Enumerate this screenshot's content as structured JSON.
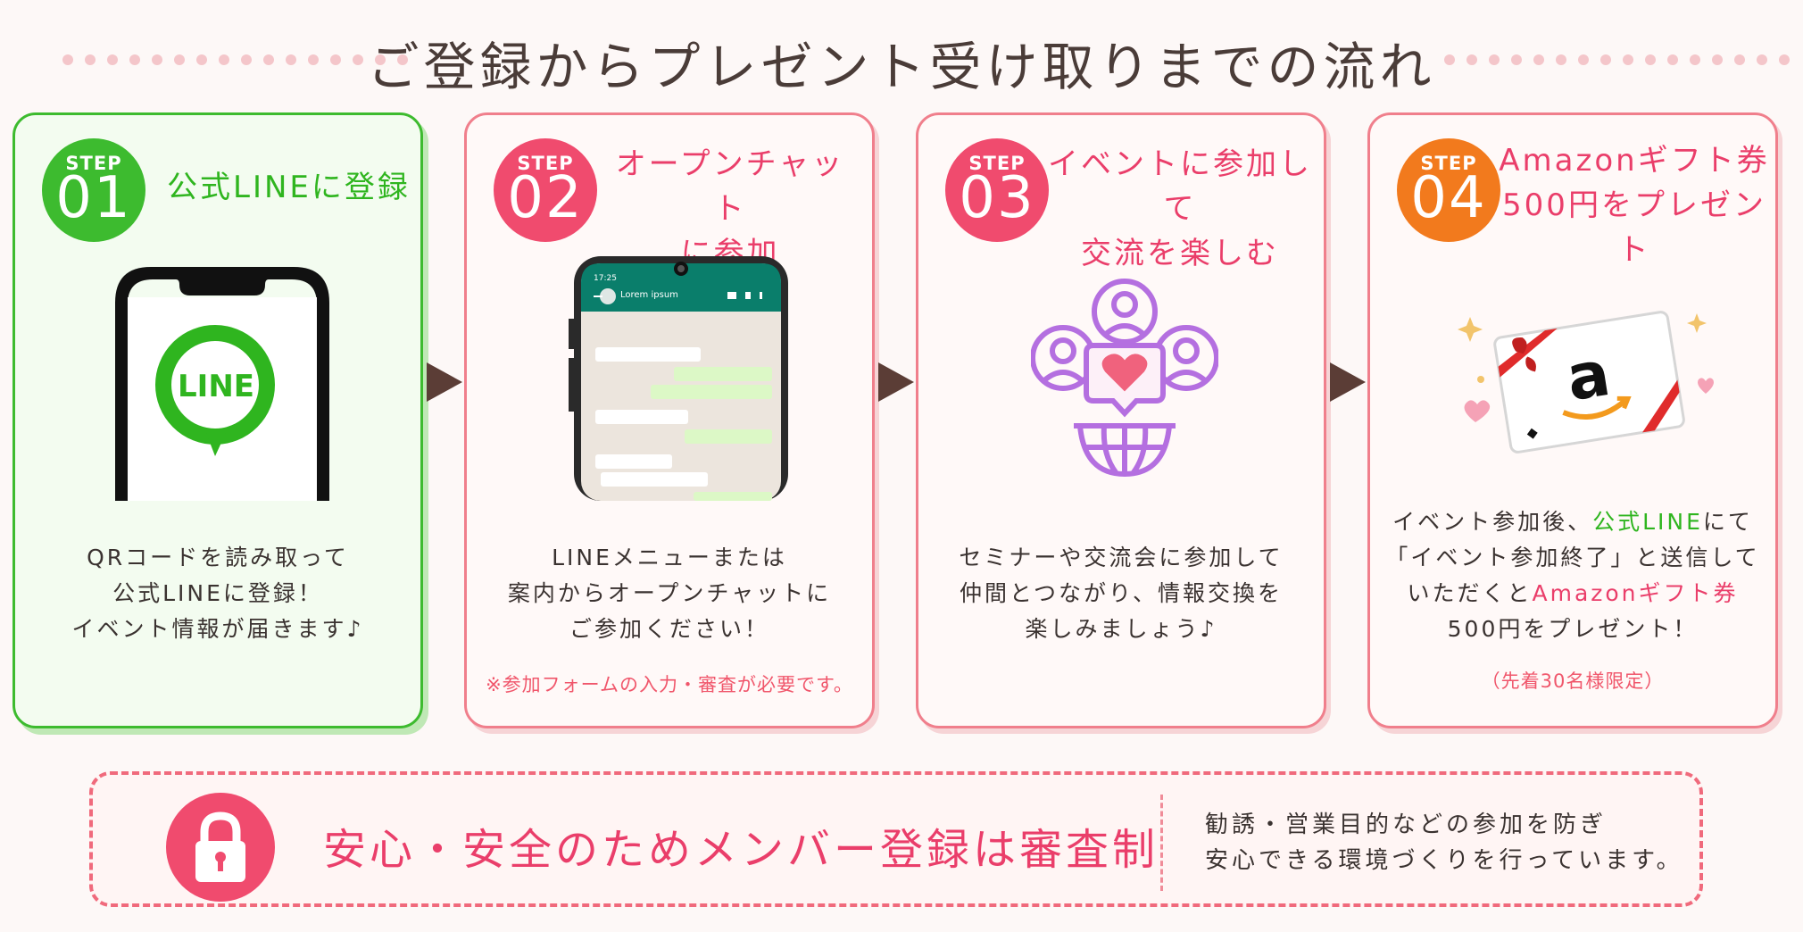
{
  "header": {
    "title": "ご登録からプレゼント受け取りまでの流れ"
  },
  "colors": {
    "green": "#3dbb2f",
    "pink": "#f04b6e",
    "orange": "#f27a1d",
    "arrow": "#5b3d36"
  },
  "steps": [
    {
      "step_label": "STEP",
      "number": "01",
      "title_lines": [
        "公式LINEに登録"
      ],
      "desc_lines": [
        "QRコードを読み取って",
        "公式LINEに登録！",
        "イベント情報が届きます♪"
      ],
      "image_label": "LINE",
      "icon": "phone-line-icon"
    },
    {
      "step_label": "STEP",
      "number": "02",
      "title_lines": [
        "オープンチャット",
        "に参加"
      ],
      "desc_lines": [
        "LINEメニューまたは",
        "案内からオープンチャットに",
        "ご参加ください！"
      ],
      "note": "※参加フォームの入力・審査が必要です。",
      "phone_time": "17:25",
      "phone_chat_name": "Lorem ipsum",
      "icon": "phone-chat-icon"
    },
    {
      "step_label": "STEP",
      "number": "03",
      "title_lines": [
        "イベントに参加して",
        "交流を楽しむ"
      ],
      "desc_lines": [
        "セミナーや交流会に参加して",
        "仲間とつながり、情報交換を",
        "楽しみましょう♪"
      ],
      "icon": "community-globe-icon"
    },
    {
      "step_label": "STEP",
      "number": "04",
      "title_lines": [
        "Amazonギフト券",
        "500円をプレゼント"
      ],
      "desc_line1": "イベント参加後、",
      "desc_line1_green": "公式LINE",
      "desc_line1_end": "にて",
      "desc_line2": "「イベント参加終了」と送信して",
      "desc_line3": "いただくと",
      "desc_line3_pink": "Amazonギフト券",
      "desc_line4": "500円をプレゼント！",
      "note": "（先着30名様限定）",
      "icon": "amazon-gift-card-icon"
    }
  ],
  "banner": {
    "main": "安心・安全のためメンバー登録は審査制",
    "sub_lines": [
      "勧誘・営業目的などの参加を防ぎ",
      "安心できる環境づくりを行っています。"
    ],
    "icon": "lock-icon"
  }
}
